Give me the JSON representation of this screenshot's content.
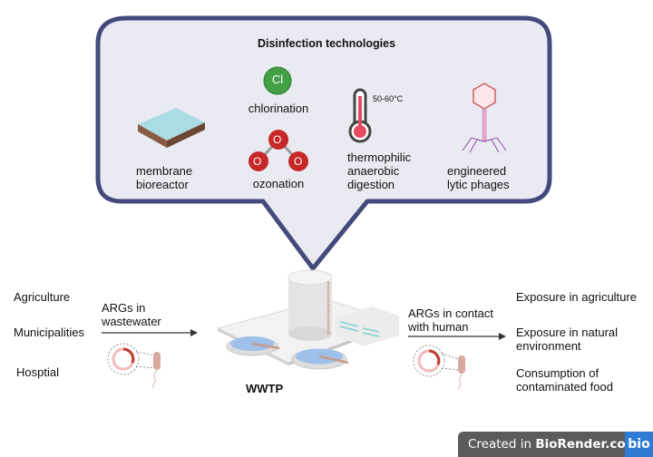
{
  "bubble": {
    "title": "Disinfection technologies",
    "technologies": [
      {
        "id": "membrane",
        "label_lines": [
          "membrane",
          "bioreactor"
        ],
        "icon": "membrane-bioreactor-icon"
      },
      {
        "id": "chlorination",
        "label_lines": [
          "chlorination"
        ],
        "icon": "chlorine-atom-icon",
        "symbol": "Cl"
      },
      {
        "id": "ozonation",
        "label_lines": [
          "ozonation"
        ],
        "icon": "ozone-molecule-icon",
        "symbol": "O"
      },
      {
        "id": "thermophilic",
        "label_lines": [
          "thermophilic",
          "anaerobic",
          "digestion"
        ],
        "icon": "thermometer-icon",
        "temperature": "50-60°C"
      },
      {
        "id": "phages",
        "label_lines": [
          "engineered",
          "lytic phages"
        ],
        "icon": "bacteriophage-icon"
      }
    ]
  },
  "sources": [
    "Agriculture",
    "Municipalities",
    "Hosptial"
  ],
  "arrow_in": {
    "label_lines": [
      "ARGs in",
      "wastewater"
    ]
  },
  "plant": {
    "label": "WWTP"
  },
  "arrow_out": {
    "label_lines": [
      "ARGs in contact",
      "with human"
    ]
  },
  "exposures": [
    {
      "lines": [
        "Exposure in agriculture"
      ]
    },
    {
      "lines": [
        "Exposure in natural",
        "environment"
      ]
    },
    {
      "lines": [
        "Consumption of",
        "contaminated food"
      ]
    }
  ],
  "watermark": {
    "prefix": "Created in ",
    "brand": "BioRender.com",
    "logo": "bio"
  },
  "colors": {
    "bubble_border": "#454a7c",
    "bubble_fill": "#eaebf2",
    "chlorine": "#43a047",
    "ozone": "#c62828",
    "thermo": "#e84a5f"
  }
}
